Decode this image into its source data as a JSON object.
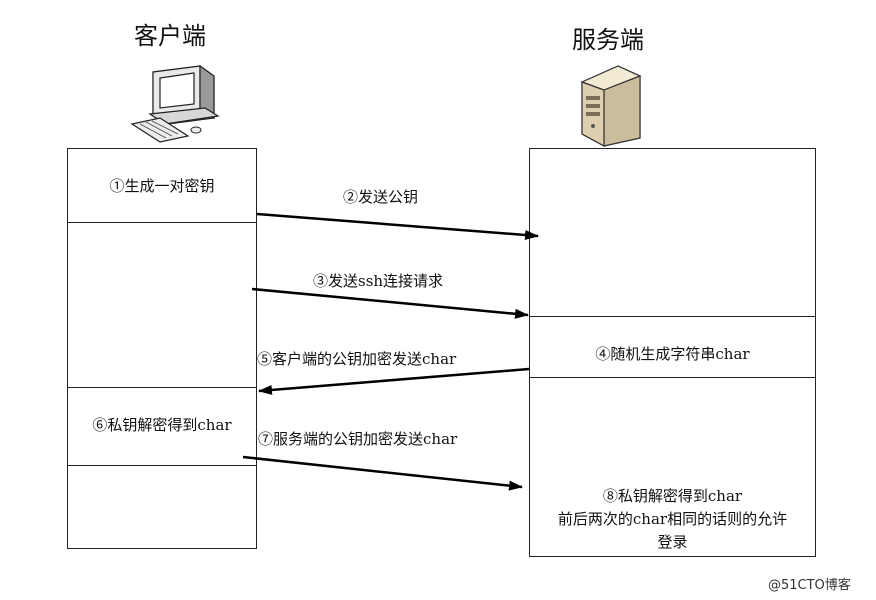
{
  "client": {
    "title": "客户端",
    "icon": "desktop-computer-icon"
  },
  "server": {
    "title": "服务端",
    "icon": "server-tower-icon"
  },
  "client_steps": {
    "gen_keypair": "①生成一对密钥",
    "decrypt": "⑥私钥解密得到char"
  },
  "server_steps": {
    "random_char": "④随机生成字符串char",
    "decrypt_line1": "⑧私钥解密得到char",
    "decrypt_line2": "前后两次的char相同的话则的允许",
    "decrypt_line3": "登录"
  },
  "messages": {
    "send_pubkey": "②发送公钥",
    "ssh_request": "③发送ssh连接请求",
    "client_pub_encrypt": "⑤客户端的公钥加密发送char",
    "server_pub_encrypt": "⑦服务端的公钥加密发送char"
  },
  "watermark": "@51CTO博客"
}
